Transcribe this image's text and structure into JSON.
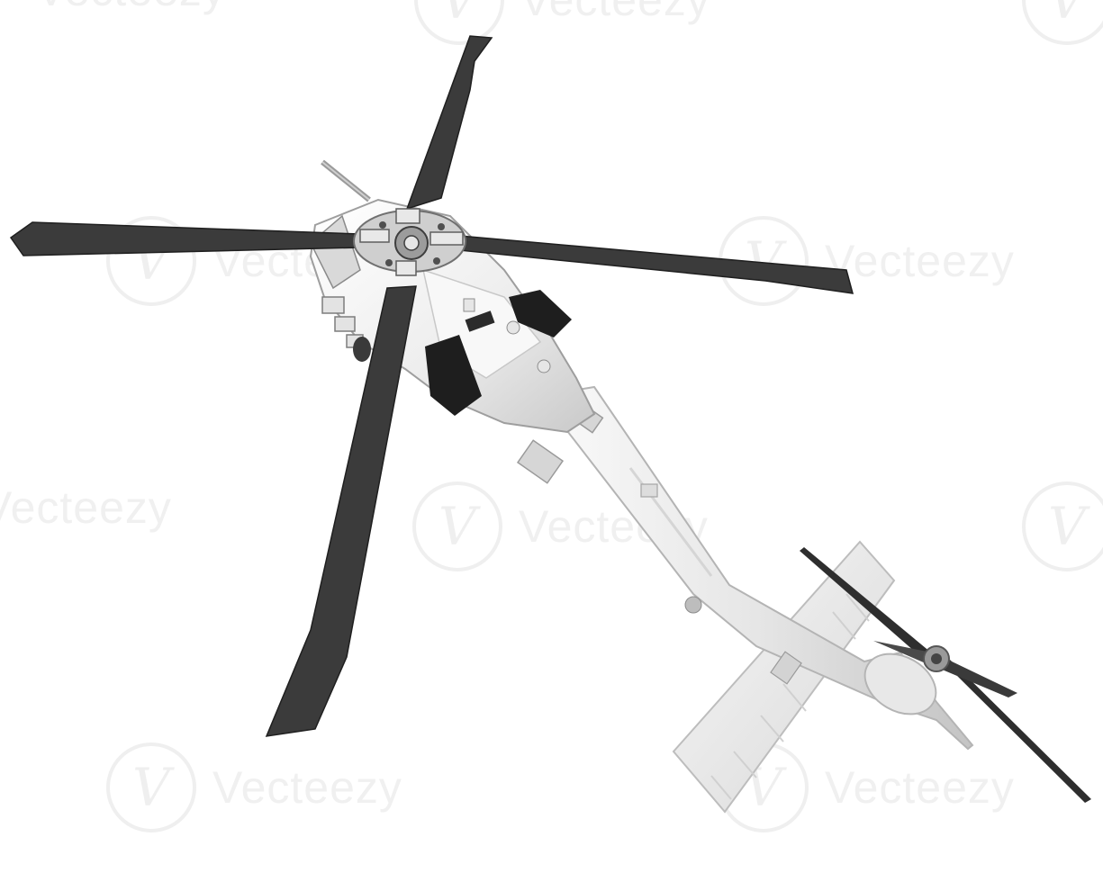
{
  "image": {
    "subject": "helicopter",
    "palette": {
      "background": "#ffffff",
      "blade": "#3b3b3b",
      "body": "#f0f0f0",
      "body_shade": "#cfcfcf",
      "intake": "#1e1e1e",
      "watermark": "#e2e2e2"
    }
  },
  "watermarks": [
    {
      "text": "Vecteezy",
      "logo": "V"
    },
    {
      "text": "Vecteezy",
      "logo": "V"
    },
    {
      "text": "Vecteezy",
      "logo": "V"
    },
    {
      "text": "Vecteezy",
      "logo": "V"
    },
    {
      "text": "Vecteezy",
      "logo": "V"
    },
    {
      "text": "Vecteezy",
      "logo": "V"
    },
    {
      "text": "Vecteezy",
      "logo": "V"
    },
    {
      "text": "Vecteezy",
      "logo": "V"
    },
    {
      "text": "Vecteezy",
      "logo": "V"
    }
  ]
}
